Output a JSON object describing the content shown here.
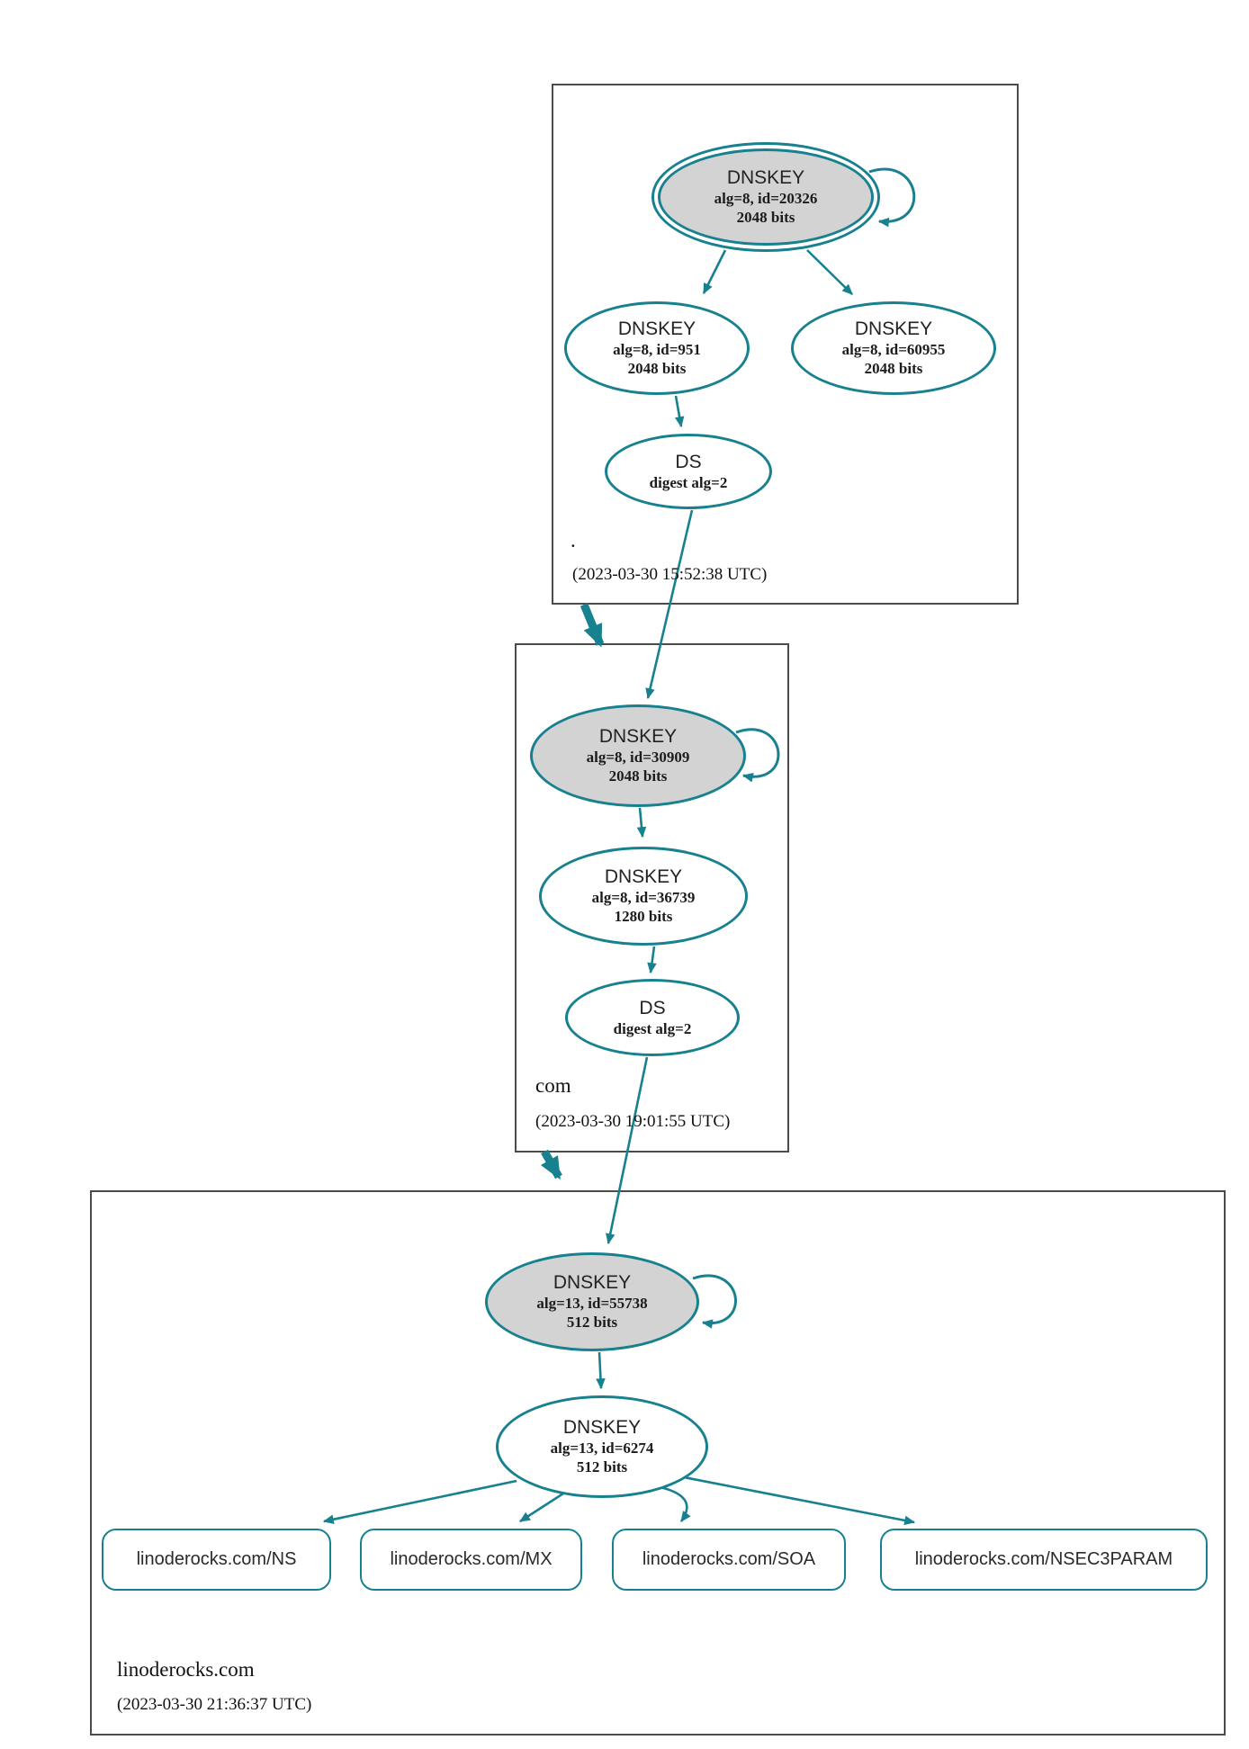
{
  "colors": {
    "edge_teal": "#17818f",
    "sep_key_fill": "#d3d3d3",
    "node_fill": "#ffffff",
    "zone_border": "#4b4b4b"
  },
  "zones": [
    {
      "name": ".",
      "timestamp": "(2023-03-30 15:52:38 UTC)",
      "ksk": {
        "title": "DNSKEY",
        "detail": "alg=8, id=20326",
        "bits": "2048 bits"
      },
      "zsk": {
        "title": "DNSKEY",
        "detail": "alg=8, id=951",
        "bits": "2048 bits"
      },
      "zsk2": {
        "title": "DNSKEY",
        "detail": "alg=8, id=60955",
        "bits": "2048 bits"
      },
      "ds": {
        "title": "DS",
        "detail": "digest alg=2"
      }
    },
    {
      "name": "com",
      "timestamp": "(2023-03-30 19:01:55 UTC)",
      "ksk": {
        "title": "DNSKEY",
        "detail": "alg=8, id=30909",
        "bits": "2048 bits"
      },
      "zsk": {
        "title": "DNSKEY",
        "detail": "alg=8, id=36739",
        "bits": "1280 bits"
      },
      "ds": {
        "title": "DS",
        "detail": "digest alg=2"
      }
    },
    {
      "name": "linoderocks.com",
      "timestamp": "(2023-03-30 21:36:37 UTC)",
      "ksk": {
        "title": "DNSKEY",
        "detail": "alg=13, id=55738",
        "bits": "512 bits"
      },
      "zsk": {
        "title": "DNSKEY",
        "detail": "alg=13, id=6274",
        "bits": "512 bits"
      },
      "rrsets": [
        {
          "label": "linoderocks.com/NS"
        },
        {
          "label": "linoderocks.com/MX"
        },
        {
          "label": "linoderocks.com/SOA"
        },
        {
          "label": "linoderocks.com/NSEC3PARAM"
        }
      ]
    }
  ]
}
